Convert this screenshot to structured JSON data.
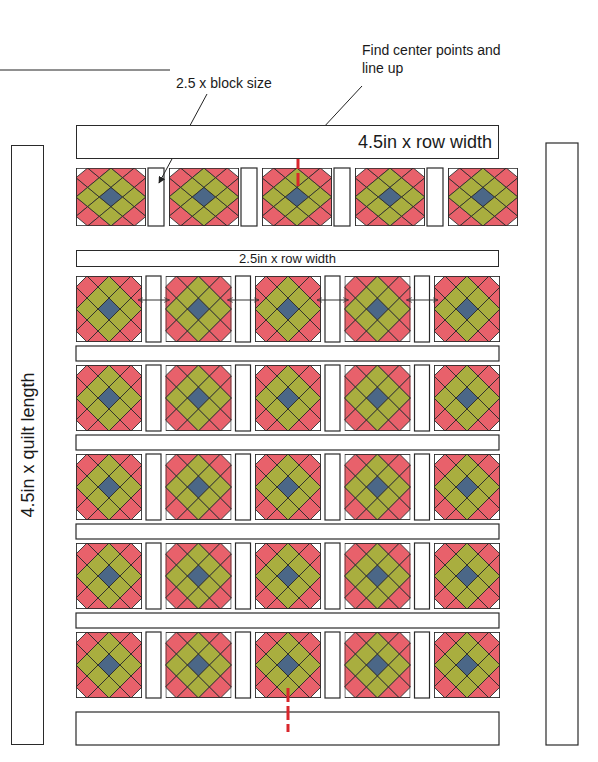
{
  "diagram": {
    "nodes": [
      {
        "text": [
          "4.5in x row width"
        ]
      },
      {
        "text": [
          "2.5in x row width"
        ]
      },
      {
        "text": [
          "4.5in x quilt length"
        ]
      }
    ],
    "edges": [],
    "labels": [
      "2.5 x block size",
      "Find center points and line up"
    ]
  }
}
